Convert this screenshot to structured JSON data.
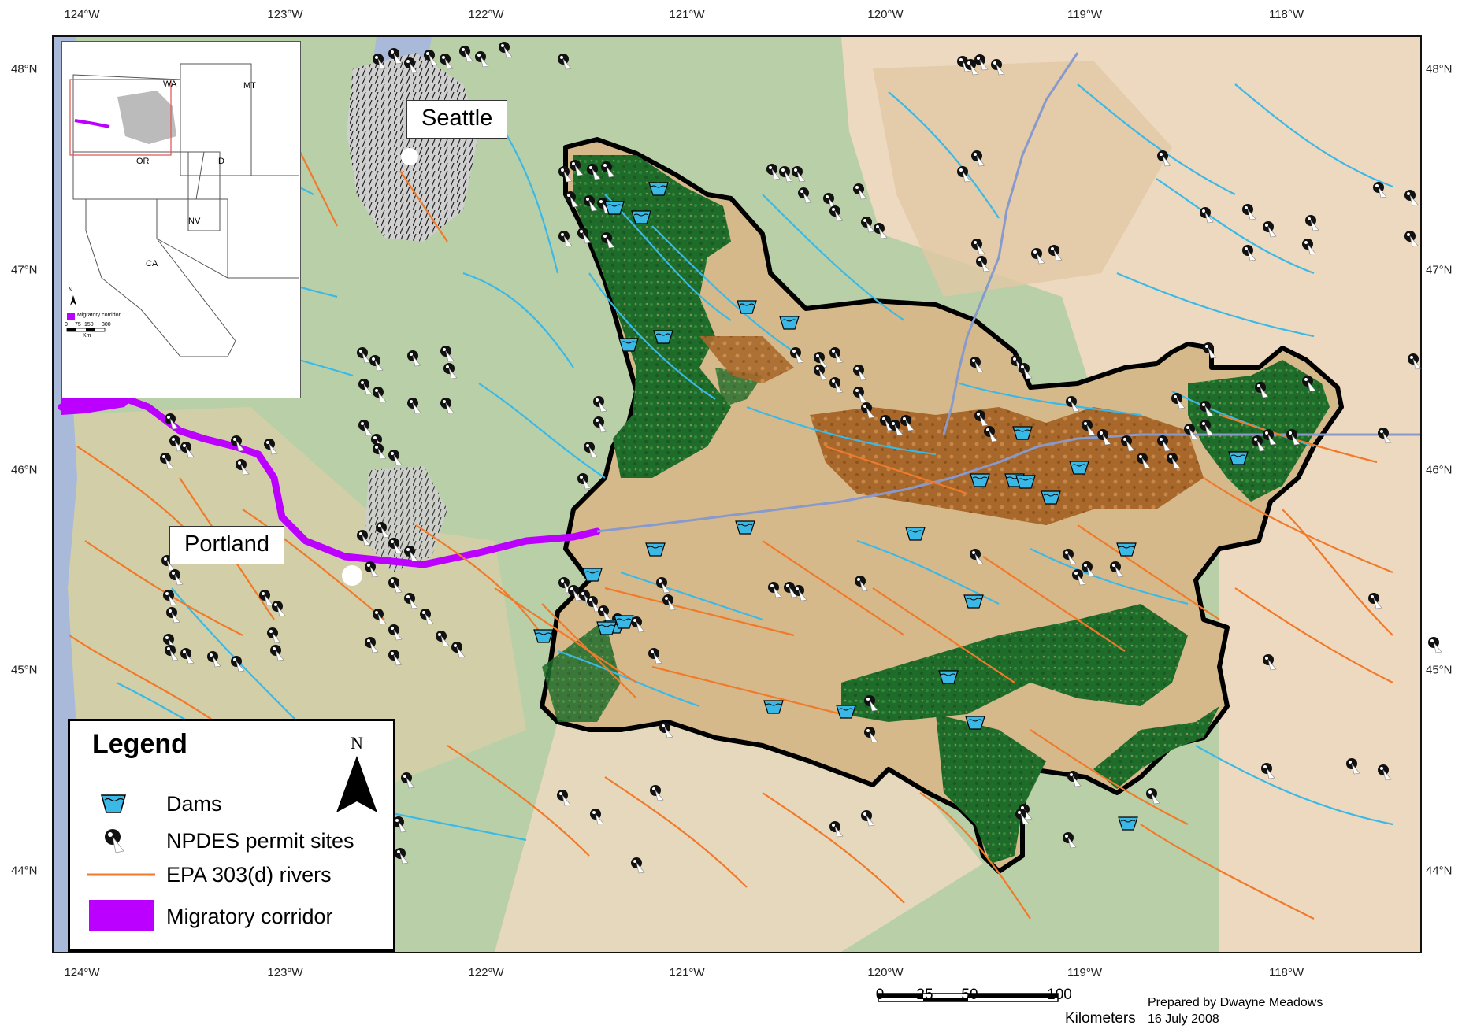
{
  "axes": {
    "longitude_top": [
      "124°W",
      "123°W",
      "122°W",
      "121°W",
      "120°W",
      "119°W",
      "118°W"
    ],
    "longitude_bottom": [
      "124°W",
      "123°W",
      "122°W",
      "121°W",
      "120°W",
      "119°W",
      "118°W"
    ],
    "latitude_left": [
      "48°N",
      "47°N",
      "46°N",
      "45°N",
      "44°N"
    ],
    "latitude_right": [
      "48°N",
      "47°N",
      "46°N",
      "45°N",
      "44°N"
    ]
  },
  "cities": {
    "seattle": "Seattle",
    "portland": "Portland"
  },
  "inset": {
    "states": [
      "WA",
      "MT",
      "OR",
      "ID",
      "NV",
      "CA"
    ],
    "north": "N",
    "legend_label": "Migratory corridor",
    "scale_labels": [
      "0",
      "75",
      "150",
      "300"
    ],
    "scale_unit": "Km"
  },
  "legend": {
    "title": "Legend",
    "north": "N",
    "items": [
      {
        "label": "Dams",
        "symbol": "dam-icon",
        "color": "#3bb9e6"
      },
      {
        "label": "NPDES permit sites",
        "symbol": "npdes-site-icon",
        "color": "#111111"
      },
      {
        "label": "EPA 303(d) rivers",
        "symbol": "river-line",
        "color": "#f07a2a"
      },
      {
        "label": "Migratory corridor",
        "symbol": "corridor-patch",
        "color": "#bb00ff"
      }
    ]
  },
  "scale_bar": {
    "labels": [
      "0",
      "25",
      "50",
      "100"
    ],
    "unit": "Kilometers"
  },
  "credit": {
    "line1": "Prepared by Dwayne Meadows",
    "line2": "16 July 2008"
  },
  "colors": {
    "forest": "#1f6b2a",
    "tan": "#d6b98a",
    "brown": "#a8682b",
    "stream": "#3bb9e6",
    "river303d": "#f07a2a",
    "corridor": "#bb00ff",
    "water": "#a9b9d9",
    "land_green": "#b9cfa8",
    "land_peach": "#ecd9bf"
  }
}
